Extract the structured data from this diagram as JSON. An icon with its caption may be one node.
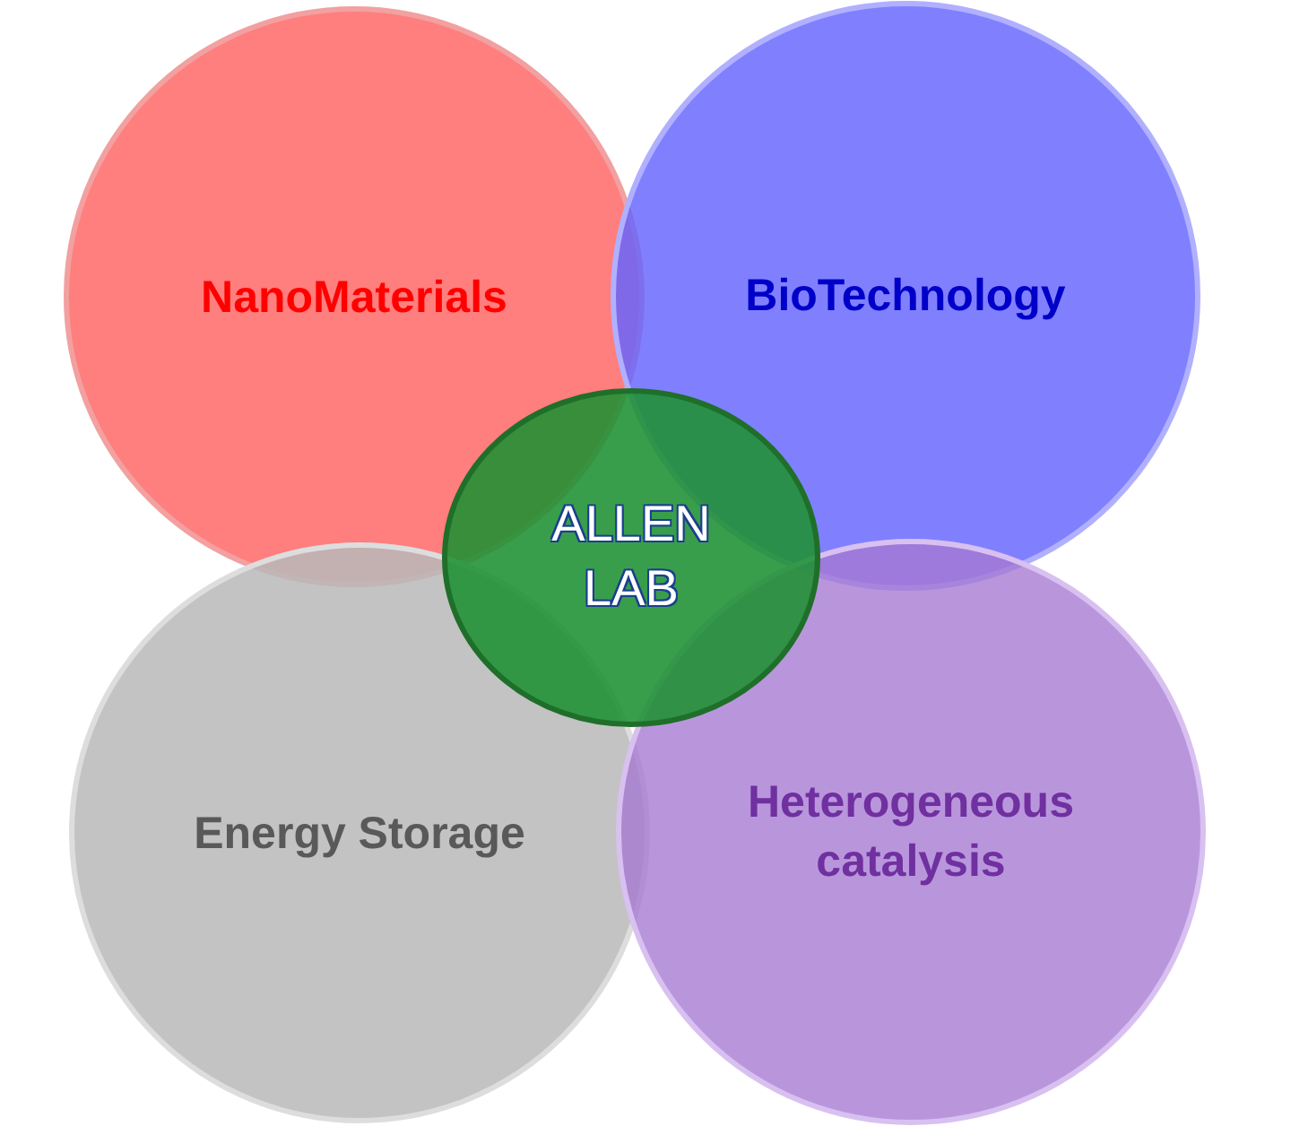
{
  "diagram": {
    "nodes": [
      {
        "text": [
          "NanoMaterials"
        ]
      },
      {
        "text": [
          "BioTechnology"
        ]
      },
      {
        "text": [
          "Energy Storage"
        ]
      },
      {
        "text": [
          "Heterogeneous catalysis"
        ]
      },
      {
        "text": [
          "ALLEN LAB"
        ]
      }
    ]
  }
}
